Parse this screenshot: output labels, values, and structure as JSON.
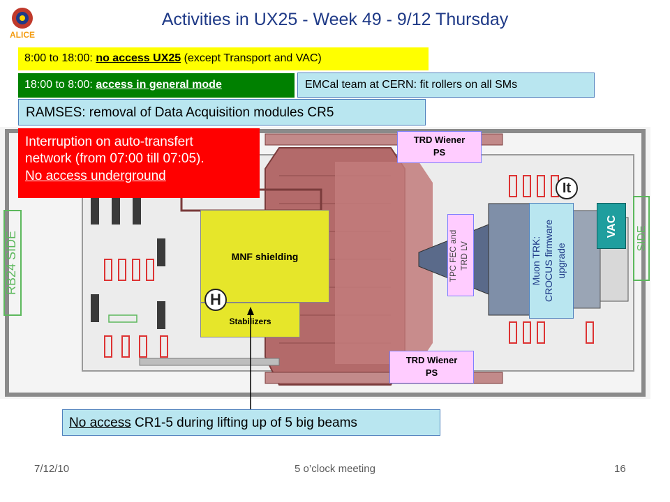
{
  "slide": {
    "title": "Activities in UX25 - Week 49 - 9/12 Thursday",
    "logo_text": "ALICE"
  },
  "notices": {
    "day_time": "8:00 to 18:00:",
    "day_rule": "no access UX25",
    "day_note": "(except Transport and VAC)",
    "night_time": "18:00 to 8:00:",
    "night_rule": "access in general mode",
    "emcal": "EMCal team at CERN: fit rollers on all SMs",
    "ramses": "RAMSES: removal of Data Acquisition modules CR5",
    "interruption_line1": "Interruption on auto-transfert",
    "interruption_line2": "network (from 07:00 till 07:05).",
    "interruption_line3": "No access underground"
  },
  "plan": {
    "rb24_label": "RB24 SIDE",
    "rb26_label": "SIDE",
    "mnf": "MNF shielding",
    "stabilizers": "Stabilizers",
    "trd_top_line1": "TRD Wiener",
    "trd_top_line2": "PS",
    "trd_bottom_line1": "TRD Wiener",
    "trd_bottom_line2": "PS",
    "tpc_line1": "TPC FEC and",
    "tpc_line2": "TRD LV",
    "muon_line1": "Muon TRK:",
    "muon_line2": "CROCUS firmware",
    "muon_line3": "upgrade",
    "vac": "VAC",
    "crane_h": "H",
    "crane_it": "It"
  },
  "bottom_notice": {
    "prefix": "No access",
    "rest": " CR1-5 during lifting up of 5 big beams"
  },
  "footer": {
    "date": "7/12/10",
    "meeting": "5 o’clock meeting",
    "page": "16"
  },
  "colors": {
    "title": "#1f3a87",
    "yellow": "#ffff00",
    "green": "#008000",
    "light_blue": "#b9e6f0",
    "red": "#ff0000",
    "pink": "#ffccff",
    "teal": "#1f9e9e",
    "magnet": "#b36a6a"
  }
}
